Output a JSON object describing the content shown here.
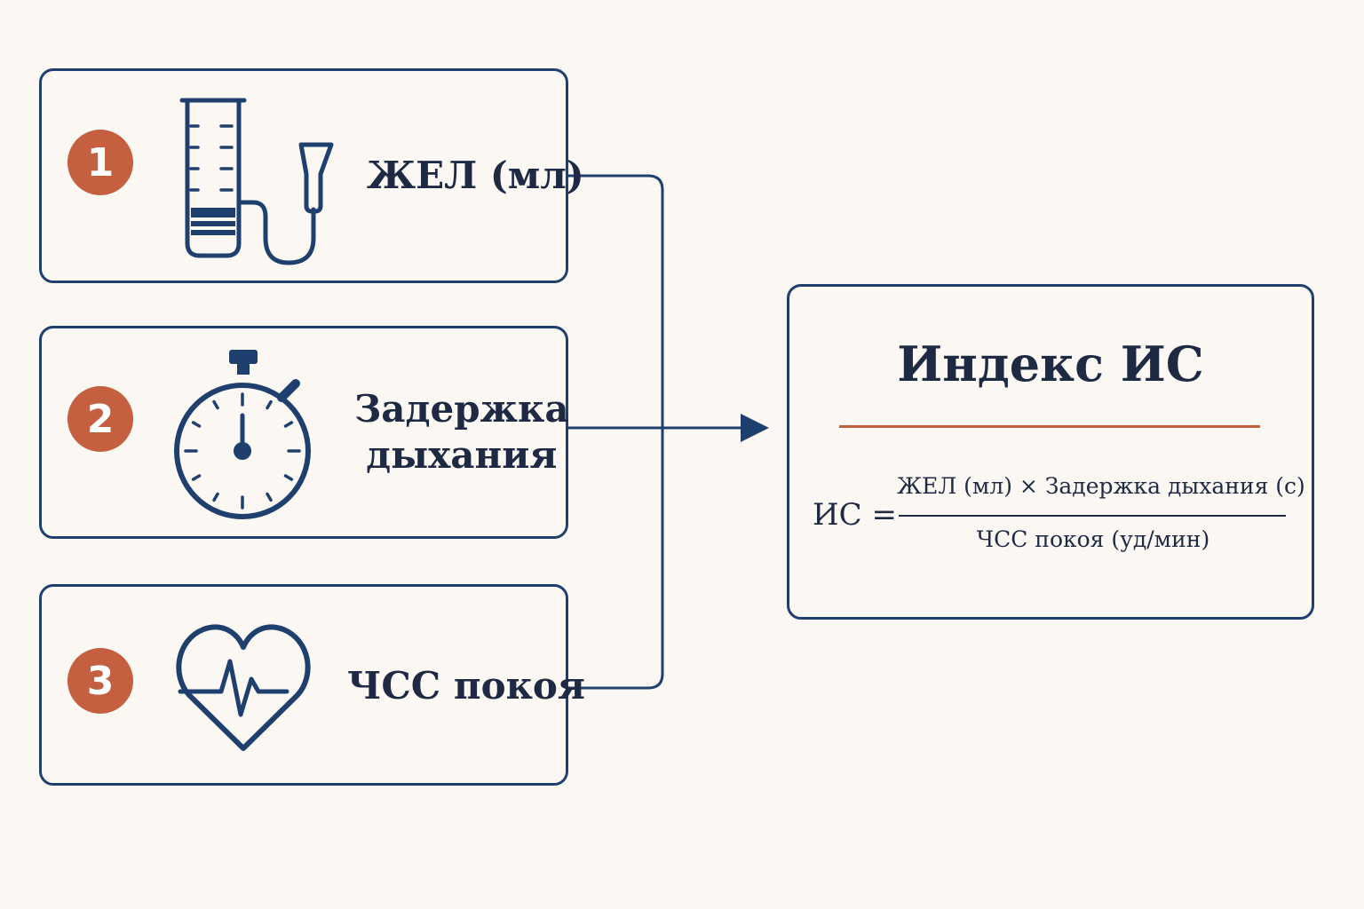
{
  "colors": {
    "background": "#fbf8f3",
    "stroke": "#1f3f6e",
    "accent": "#c4603f",
    "text": "#1e2a44"
  },
  "inputs": [
    {
      "number": "1",
      "label": "ЖЕЛ (мл)",
      "icon": "spirometer-icon"
    },
    {
      "number": "2",
      "label_line1": "Задержка",
      "label_line2": "дыхания",
      "icon": "stopwatch-icon"
    },
    {
      "number": "3",
      "label": "ЧСС покоя",
      "icon": "heart-pulse-icon"
    }
  ],
  "result": {
    "title": "Индекс ИС",
    "formula": {
      "lhs": "ИС =",
      "numerator": "ЖЕЛ (мл) × Задержка дыхания (с)",
      "denominator": "ЧСС покоя (уд/мин)"
    }
  }
}
